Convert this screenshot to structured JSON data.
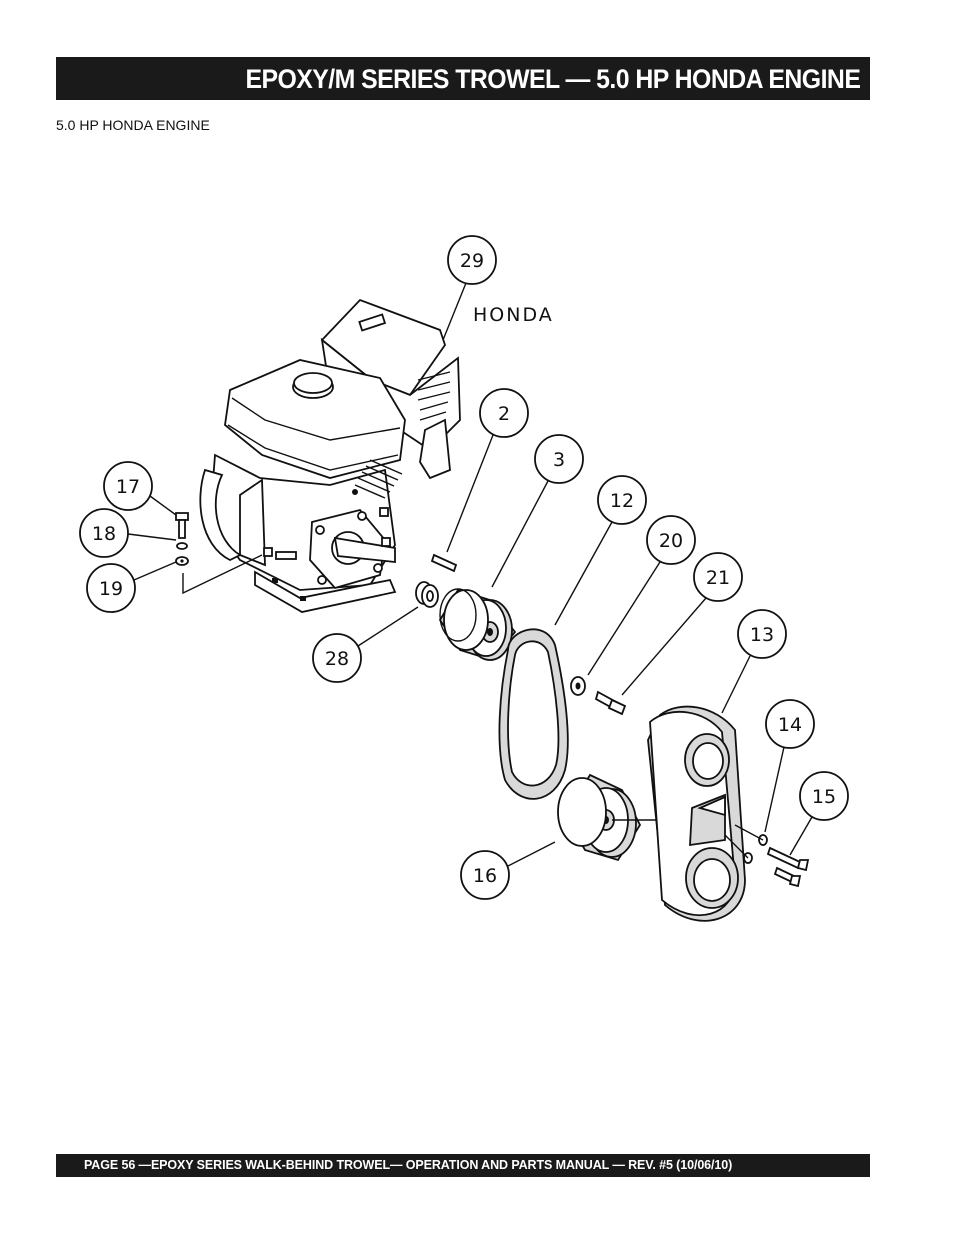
{
  "header": {
    "title": "EPOXY/M SERIES TROWEL —  5.0 HP HONDA ENGINE"
  },
  "section": {
    "label": "5.0 HP HONDA ENGINE"
  },
  "diagram": {
    "engine_brand": "HONDA",
    "callouts": [
      "29",
      "2",
      "3",
      "12",
      "20",
      "21",
      "13",
      "14",
      "15",
      "17",
      "18",
      "19",
      "28",
      "16"
    ]
  },
  "footer": {
    "text": "PAGE 56 —EPOXY  SERIES WALK-BEHIND TROWEL— OPERATION AND PARTS MANUAL — REV. #5 (10/06/10)"
  }
}
